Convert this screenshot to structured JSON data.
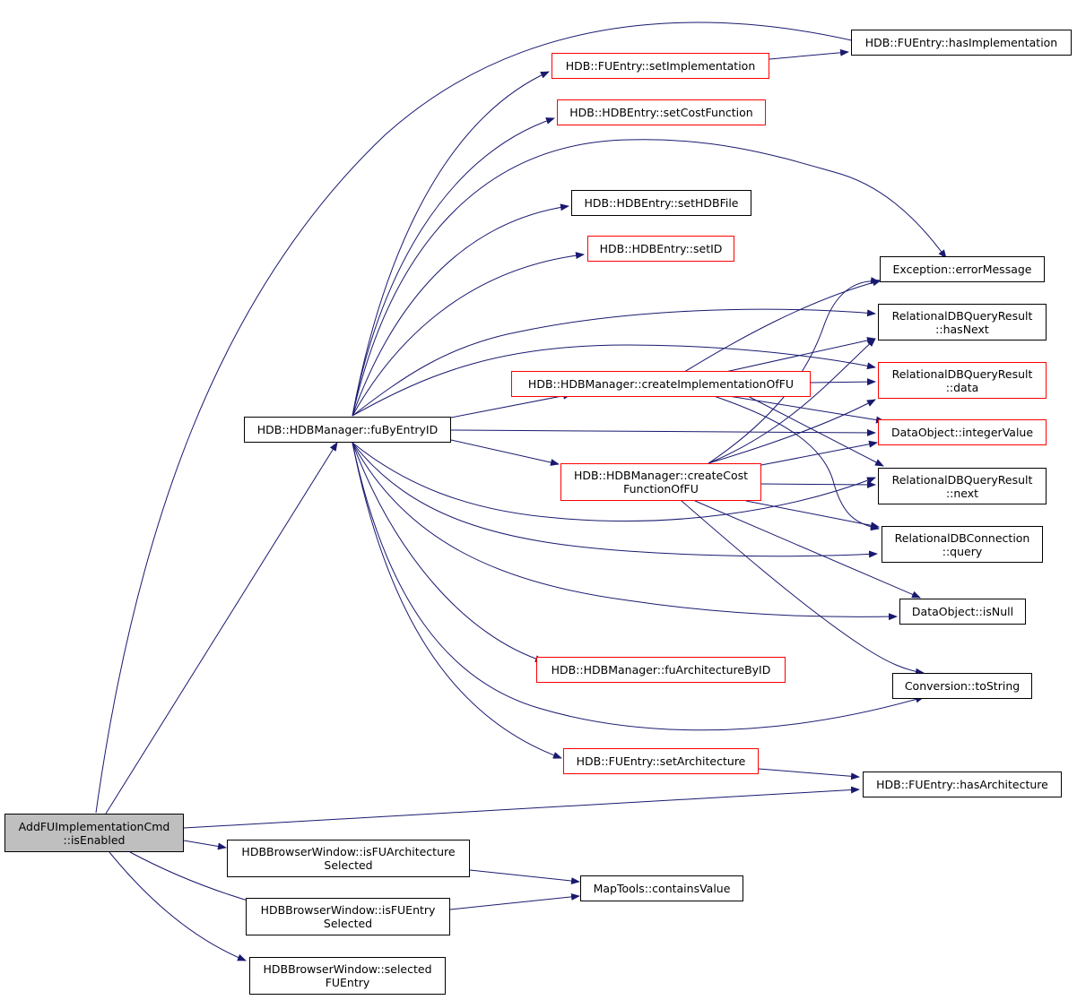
{
  "colors": {
    "edge": "#191970",
    "red_border": "#ff0000",
    "root_fill": "#bfbfbf"
  },
  "nodes": {
    "root": [
      "AddFUImplementationCmd",
      "::isEnabled"
    ],
    "fu_by_entry_id": [
      "HDB::HDBManager::fuByEntryID"
    ],
    "has_implementation": [
      "HDB::FUEntry::hasImplementation"
    ],
    "set_implementation": [
      "HDB::FUEntry::setImplementation"
    ],
    "set_cost_function": [
      "HDB::HDBEntry::setCostFunction"
    ],
    "set_hdb_file": [
      "HDB::HDBEntry::setHDBFile"
    ],
    "set_id": [
      "HDB::HDBEntry::setID"
    ],
    "error_message": [
      "Exception::errorMessage"
    ],
    "has_next": [
      "RelationalDBQueryResult",
      "::hasNext"
    ],
    "create_impl": [
      "HDB::HDBManager::createImplementationOfFU"
    ],
    "data": [
      "RelationalDBQueryResult",
      "::data"
    ],
    "integer_value": [
      "DataObject::integerValue"
    ],
    "create_cost": [
      "HDB::HDBManager::createCost",
      "FunctionOfFU"
    ],
    "next": [
      "RelationalDBQueryResult",
      "::next"
    ],
    "query": [
      "RelationalDBConnection",
      "::query"
    ],
    "is_null": [
      "DataObject::isNull"
    ],
    "fu_arch_by_id": [
      "HDB::HDBManager::fuArchitectureByID"
    ],
    "to_string": [
      "Conversion::toString"
    ],
    "set_architecture": [
      "HDB::FUEntry::setArchitecture"
    ],
    "has_architecture": [
      "HDB::FUEntry::hasArchitecture"
    ],
    "is_fu_arch_selected": [
      "HDBBrowserWindow::isFUArchitecture",
      "Selected"
    ],
    "contains_value": [
      "MapTools::containsValue"
    ],
    "is_fu_entry_selected": [
      "HDBBrowserWindow::isFUEntry",
      "Selected"
    ],
    "selected_fu_entry": [
      "HDBBrowserWindow::selected",
      "FUEntry"
    ]
  }
}
